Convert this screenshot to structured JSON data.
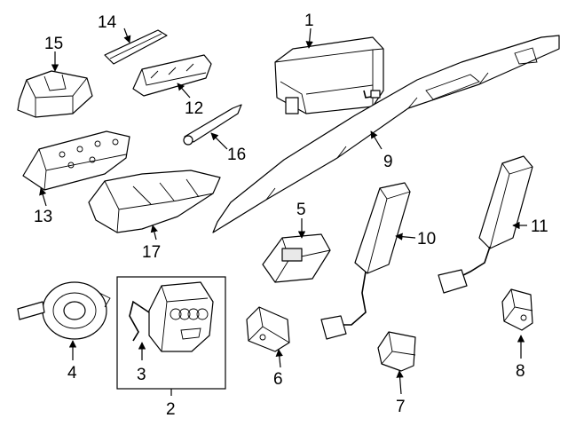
{
  "callouts": [
    {
      "id": "c1",
      "label": "1"
    },
    {
      "id": "c2",
      "label": "2"
    },
    {
      "id": "c3",
      "label": "3"
    },
    {
      "id": "c4",
      "label": "4"
    },
    {
      "id": "c5",
      "label": "5"
    },
    {
      "id": "c6",
      "label": "6"
    },
    {
      "id": "c7",
      "label": "7"
    },
    {
      "id": "c8",
      "label": "8"
    },
    {
      "id": "c9",
      "label": "9"
    },
    {
      "id": "c10",
      "label": "10"
    },
    {
      "id": "c11",
      "label": "11"
    },
    {
      "id": "c12",
      "label": "12"
    },
    {
      "id": "c13",
      "label": "13"
    },
    {
      "id": "c14",
      "label": "14"
    },
    {
      "id": "c15",
      "label": "15"
    },
    {
      "id": "c16",
      "label": "16"
    },
    {
      "id": "c17",
      "label": "17"
    }
  ]
}
